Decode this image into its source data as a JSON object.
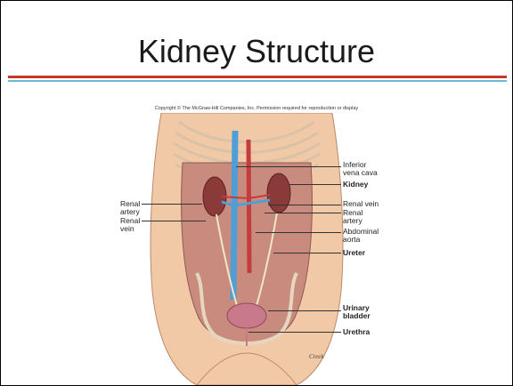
{
  "slide": {
    "title": "Kidney Structure",
    "copyright": "Copyright © The McGraw-Hill Companies, Inc. Permission required for reproduction or display"
  },
  "figure": {
    "artist_signature": "Creek",
    "labels_left": [
      {
        "text": "Renal\nartery",
        "bold": false
      },
      {
        "text": "Renal\nvein",
        "bold": false
      }
    ],
    "labels_right": [
      {
        "text": "Inferior\nvena cava",
        "bold": false
      },
      {
        "text": "Kidney",
        "bold": true
      },
      {
        "text": "Renal vein",
        "bold": false
      },
      {
        "text": "Renal\nartery",
        "bold": false
      },
      {
        "text": "Abdominal\naorta",
        "bold": false
      },
      {
        "text": "Ureter",
        "bold": true
      },
      {
        "text": "Urinary\nbladder",
        "bold": true
      },
      {
        "text": "Urethra",
        "bold": true
      }
    ]
  },
  "colors": {
    "rule_red": "#c0392b",
    "rule_blue": "#6fb7d9",
    "skin": "#f2c9a6",
    "muscle": "#c98b7e",
    "kidney": "#8b3a3a",
    "vein": "#4f9fd6",
    "artery": "#c43c3c"
  }
}
